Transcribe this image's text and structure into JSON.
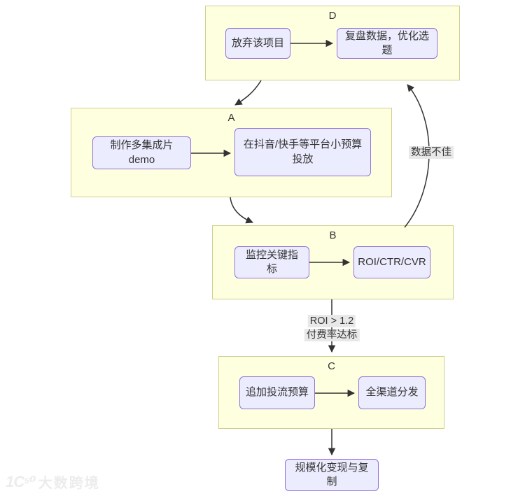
{
  "diagram": {
    "groups": {
      "d": {
        "title": "D",
        "nodes": {
          "abandon": "放弃该项目",
          "review": "复盘数据，优化选题"
        }
      },
      "a": {
        "title": "A",
        "nodes": {
          "demo": "制作多集成片demo",
          "launch": "在抖音/快手等平台小预算投放"
        }
      },
      "b": {
        "title": "B",
        "nodes": {
          "monitor": "监控关键指标",
          "metrics": "ROI/CTR/CVR"
        }
      },
      "c": {
        "title": "C",
        "nodes": {
          "budget": "追加投流预算",
          "distribute": "全渠道分发"
        }
      }
    },
    "end_node": "规模化变现与复制",
    "edge_labels": {
      "bad_data": "数据不佳",
      "roi_line1": "ROI > 1.2",
      "roi_line2": "付费率达标"
    },
    "colors": {
      "cluster_fill": "#feffde",
      "cluster_border": "#cfcf8e",
      "node_fill": "#ececff",
      "node_border": "#9370db",
      "edge": "#333333",
      "label_bg": "#e8e8e8"
    }
  },
  "watermark": {
    "logo": "1C⁵⁰",
    "text": "大数跨境"
  }
}
